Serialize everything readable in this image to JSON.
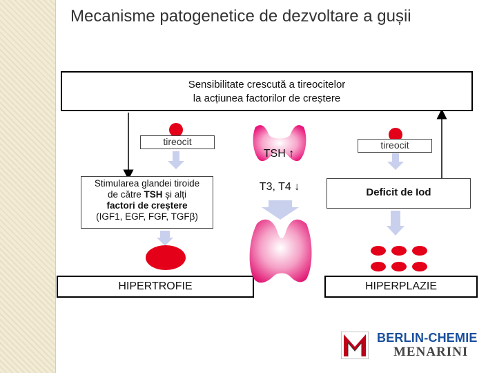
{
  "title": "Mecanisme patogenetice de dezvoltare a gușii",
  "top_box": {
    "line1": "Sensibilitate crescută a tireocitelor",
    "line2": "la acțiunea factorilor de creștere"
  },
  "left": {
    "cell_label": "tireocit",
    "stim_line1": "Stimularea glandei tiroide",
    "stim_line2a": "de către ",
    "stim_line2b": "TSH",
    "stim_line2c": " și alți",
    "stim_line3": "factori de creștere",
    "stim_line4": "(IGF1, EGF, FGF, TGFβ)",
    "result": "HIPERTROFIE"
  },
  "center": {
    "tsh": "TSH ↑",
    "t3t4": "T3, T4 ↓"
  },
  "right": {
    "cell_label": "tireocit",
    "deficit": "Deficit de Iod",
    "result": "HIPERPLAZIE"
  },
  "logo": {
    "line1": "BERLIN-CHEMIE",
    "line2": "MENARINI"
  },
  "colors": {
    "cell_red": "#e5001a",
    "arrow_blue": "#c9d0ee",
    "thyroid_pink": "#e9147a",
    "logo_blue": "#1a4f9c"
  }
}
